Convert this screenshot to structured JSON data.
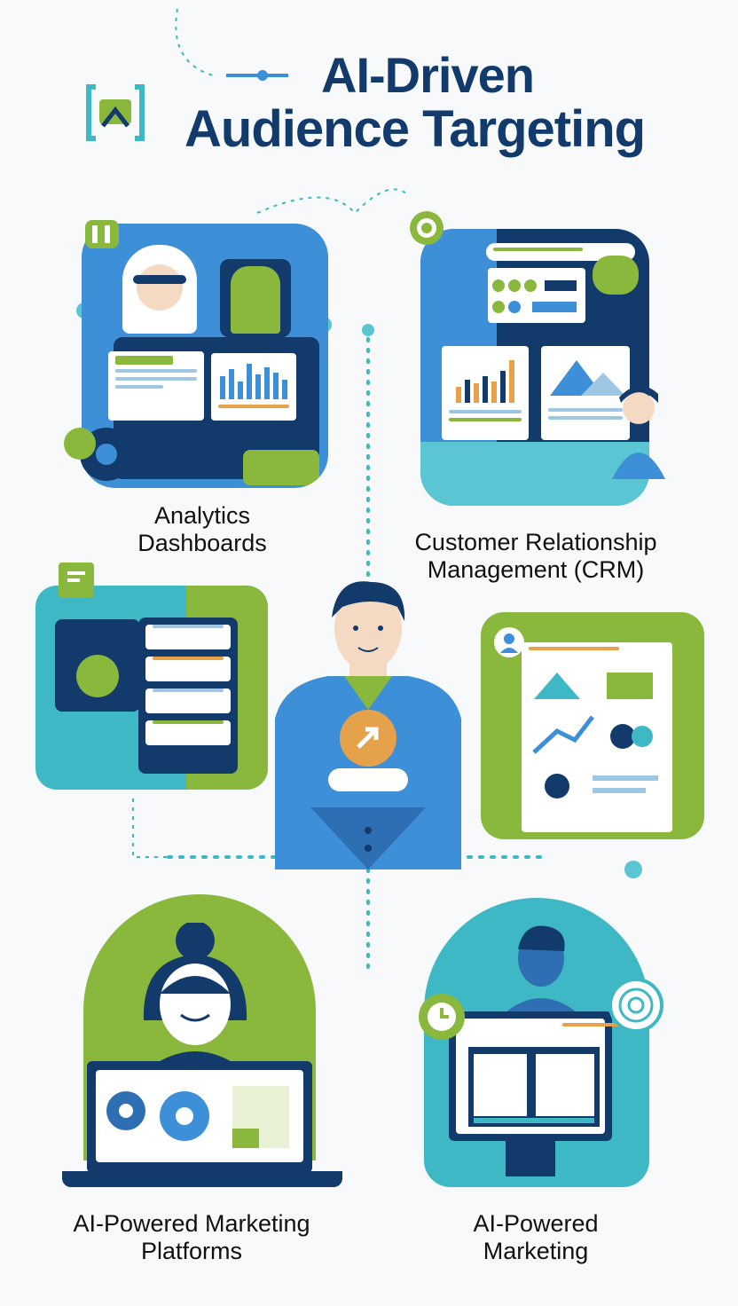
{
  "title": {
    "line1": "AI-Driven",
    "line2": "Audience Targeting"
  },
  "nodes": [
    {
      "id": "analytics",
      "label_line1": "Analytics",
      "label_line2": "Dashboards"
    },
    {
      "id": "crm",
      "label_line1": "Customer Relationship",
      "label_line2": "Management (CRM)"
    },
    {
      "id": "platforms",
      "label_line1": "AI-Powered Marketing",
      "label_line2": "Platforms"
    },
    {
      "id": "marketing",
      "label_line1": "AI-Powered",
      "label_line2": "Marketing"
    }
  ],
  "colors": {
    "navy": "#123a6b",
    "blue": "#3d8fd8",
    "green": "#8ab83d",
    "teal": "#3fb8c6",
    "orange": "#e5a24a"
  }
}
